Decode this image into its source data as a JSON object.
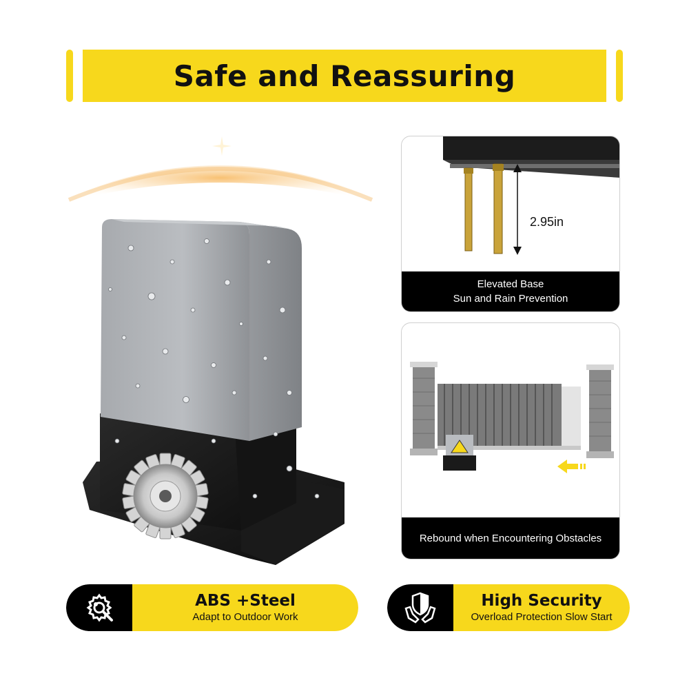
{
  "header": {
    "title": "Safe and Reassuring"
  },
  "cards": {
    "elevated": {
      "dimension": "2.95in",
      "caption_line1": "Elevated Base",
      "caption_line2": "Sun and Rain Prevention"
    },
    "rebound": {
      "caption": "Rebound when Encountering Obstacles"
    }
  },
  "features": {
    "material": {
      "title": "ABS +Steel",
      "subtitle": "Adapt to Outdoor Work",
      "icon": "gear-wrench-icon"
    },
    "security": {
      "title": "High Security",
      "subtitle": "Overload Protection Slow Start",
      "icon": "shield-hands-icon"
    }
  },
  "colors": {
    "accent": "#f7d81c",
    "dark": "#000000"
  }
}
